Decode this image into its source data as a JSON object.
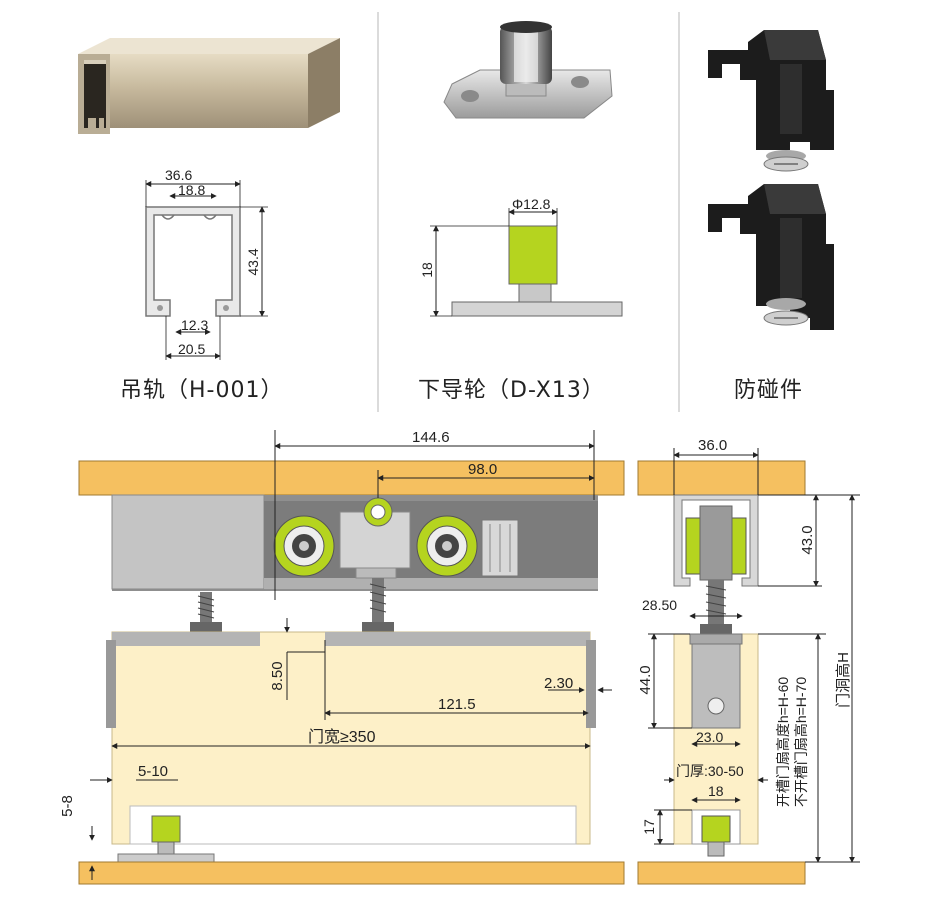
{
  "parts": [
    {
      "caption": "吊轨（H-001）"
    },
    {
      "caption": "下导轮（D-X13）"
    },
    {
      "caption": "防碰件"
    }
  ],
  "rail_dims": {
    "w_total": "36.6",
    "w_top": "18.8",
    "height": "43.4",
    "slot_inner": "12.3",
    "slot_outer": "20.5"
  },
  "guide_dims": {
    "diameter": "Φ12.8",
    "height": "18"
  },
  "front_view": {
    "span": "144.6",
    "inner_span": "98.0",
    "offset": "8.50",
    "gap": "2.30",
    "door_offset": "121.5",
    "door_width": "门宽≥350",
    "bottom_gap": "5-10",
    "floor_gap": "5-8"
  },
  "side_view": {
    "rail_w": "36.0",
    "rail_h": "43.0",
    "hanger_w": "28.50",
    "hanger_h": "44.0",
    "hanger_bw": "23.0",
    "thickness": "门厚:30-50",
    "guide_w": "18",
    "guide_h": "17",
    "leaf_slot": "开槽门扇高度h=H-60",
    "leaf_noslot": "不开槽门扇高h=H-70",
    "opening": "门洞高H"
  },
  "colors": {
    "wood": "#f5c060",
    "leaf": "#fdf0c8",
    "accent": "#b0d020",
    "metal": "#b4b4b4"
  }
}
